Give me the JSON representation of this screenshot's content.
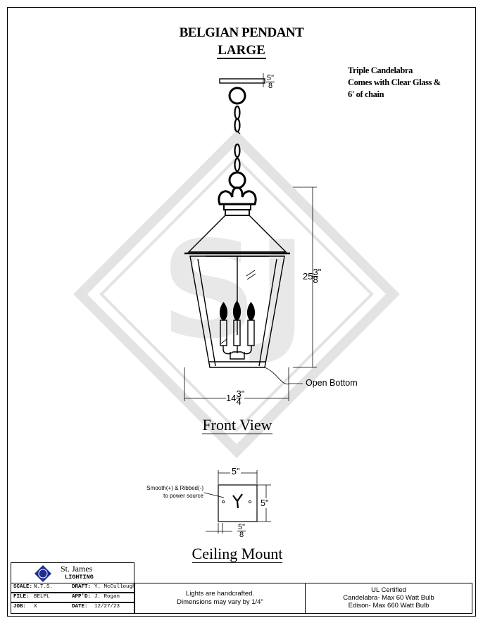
{
  "title": {
    "line1": "BELGIAN PENDANT",
    "line2": "LARGE"
  },
  "notes": [
    "Triple Candelabra",
    "Comes with Clear Glass &",
    "6' of chain"
  ],
  "watermark": "SJ",
  "dimensions": {
    "canopy_height": {
      "whole": "",
      "num": "5",
      "den": "8",
      "unit": "\""
    },
    "overall_height": {
      "whole": "25",
      "num": "3",
      "den": "8",
      "unit": "\""
    },
    "width": {
      "whole": "14",
      "num": "3",
      "den": "4",
      "unit": "\""
    },
    "mount_width": "5\"",
    "mount_height": "5\"",
    "mount_depth": {
      "whole": "",
      "num": "5",
      "den": "8",
      "unit": "\""
    }
  },
  "callouts": {
    "open_bottom": "Open Bottom",
    "wire_note_line1": "Smooth(+) & Ribbed(-)",
    "wire_note_line2": "to power source"
  },
  "views": {
    "front": "Front View",
    "ceiling": "Ceiling Mount"
  },
  "title_block": {
    "company_line1": "St. James",
    "company_line2": "LIGHTING",
    "scale_label": "SCALE:",
    "scale_value": "N.T.S.",
    "draft_label": "DRAFT:",
    "draft_value": "Y. McCullough",
    "file_label": "FILE:",
    "file_value": "BELPL",
    "appd_label": "APP'D:",
    "appd_value": "J. Rogan",
    "job_label": "JOB:",
    "job_value": "X",
    "date_label": "DATE:",
    "date_value": "12/27/23",
    "handcrafted_line1": "Lights are handcrafted.",
    "handcrafted_line2": "Dimensions may vary by 1/4\"",
    "ul_line1": "UL Certified",
    "ul_line2": "Candelabra- Max 60 Watt Bulb",
    "ul_line3": "Edison- Max 660 Watt Bulb"
  },
  "colors": {
    "line": "#000000",
    "watermark": "#e6e6e6",
    "logo_blue": "#1f2f8f"
  }
}
